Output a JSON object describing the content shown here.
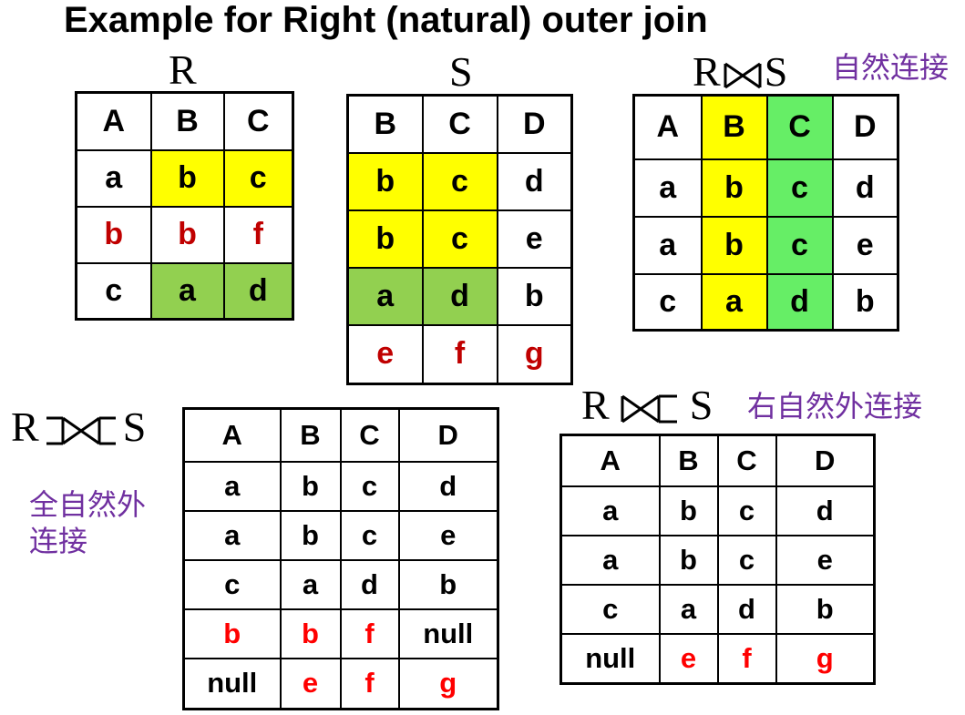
{
  "title": "Example for Right (natural) outer join",
  "labels": {
    "r": "R",
    "s": "S",
    "join_r": "R",
    "join_s": "S",
    "full_r": "R",
    "full_s": "S",
    "right_r": "R",
    "right_s": "S",
    "natural_join_cn": "自然连接",
    "full_outer_cn_line1": "全自然外",
    "full_outer_cn_line2": "连接",
    "right_outer_cn": "右自然外连接"
  },
  "colors": {
    "highlight_yellow": "#ffff00",
    "highlight_green": "#92d050",
    "highlight_light_green": "#66ee66",
    "text_red": "#c00000",
    "text_bright_red": "#ff0000",
    "label_purple": "#7030a0"
  },
  "icons": {
    "natural_join": "bowtie-join-icon",
    "full_outer_join": "full-outer-join-icon",
    "right_outer_join": "right-outer-join-icon"
  },
  "tables": {
    "R": {
      "headers": [
        "A",
        "B",
        "C"
      ],
      "rows": [
        [
          "a",
          "b",
          "c"
        ],
        [
          "b",
          "b",
          "f"
        ],
        [
          "c",
          "a",
          "d"
        ]
      ]
    },
    "S": {
      "headers": [
        "B",
        "C",
        "D"
      ],
      "rows": [
        [
          "b",
          "c",
          "d"
        ],
        [
          "b",
          "c",
          "e"
        ],
        [
          "a",
          "d",
          "b"
        ],
        [
          "e",
          "f",
          "g"
        ]
      ]
    },
    "natural": {
      "headers": [
        "A",
        "B",
        "C",
        "D"
      ],
      "rows": [
        [
          "a",
          "b",
          "c",
          "d"
        ],
        [
          "a",
          "b",
          "c",
          "e"
        ],
        [
          "c",
          "a",
          "d",
          "b"
        ]
      ]
    },
    "full_outer": {
      "headers": [
        "A",
        "B",
        "C",
        "D"
      ],
      "rows": [
        [
          "a",
          "b",
          "c",
          "d"
        ],
        [
          "a",
          "b",
          "c",
          "e"
        ],
        [
          "c",
          "a",
          "d",
          "b"
        ],
        [
          "b",
          "b",
          "f",
          "null"
        ],
        [
          "null",
          "e",
          "f",
          "g"
        ]
      ]
    },
    "right_outer": {
      "headers": [
        "A",
        "B",
        "C",
        "D"
      ],
      "rows": [
        [
          "a",
          "b",
          "c",
          "d"
        ],
        [
          "a",
          "b",
          "c",
          "e"
        ],
        [
          "c",
          "a",
          "d",
          "b"
        ],
        [
          "null",
          "e",
          "f",
          "g"
        ]
      ]
    }
  }
}
